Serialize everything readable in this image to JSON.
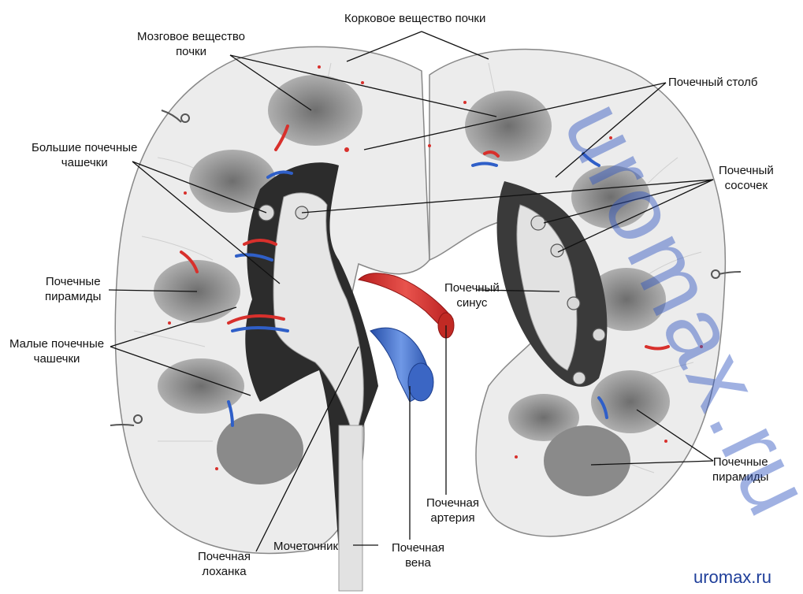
{
  "labels": {
    "cortex": "Корковое вещество почки",
    "medulla": [
      "Мозговое вещество",
      "почки"
    ],
    "renal_column": "Почечный столб",
    "major_calyces": [
      "Большие почечные",
      "чашечки"
    ],
    "papilla": [
      "Почечный",
      "сосочек"
    ],
    "pyramids_left": [
      "Почечные",
      "пирамиды"
    ],
    "minor_calyces": [
      "Малые почечные",
      "чашечки"
    ],
    "sinus": [
      "Почечный",
      "синус"
    ],
    "artery": [
      "Почечная",
      "артерия"
    ],
    "vein": [
      "Почечная",
      "вена"
    ],
    "ureter": "Мочеточник",
    "pelvis": [
      "Почечная",
      "лоханка"
    ],
    "pyramids_right": [
      "Почечные",
      "пирамиды"
    ]
  },
  "watermark": "uromax.ru",
  "brand": "uromax.ru",
  "colors": {
    "artery": "#d8302c",
    "vein": "#2f5fc8",
    "cortex": "#e9e9e9",
    "pyramid": "#7d7d7d",
    "sinus": "#2a2a2a"
  }
}
